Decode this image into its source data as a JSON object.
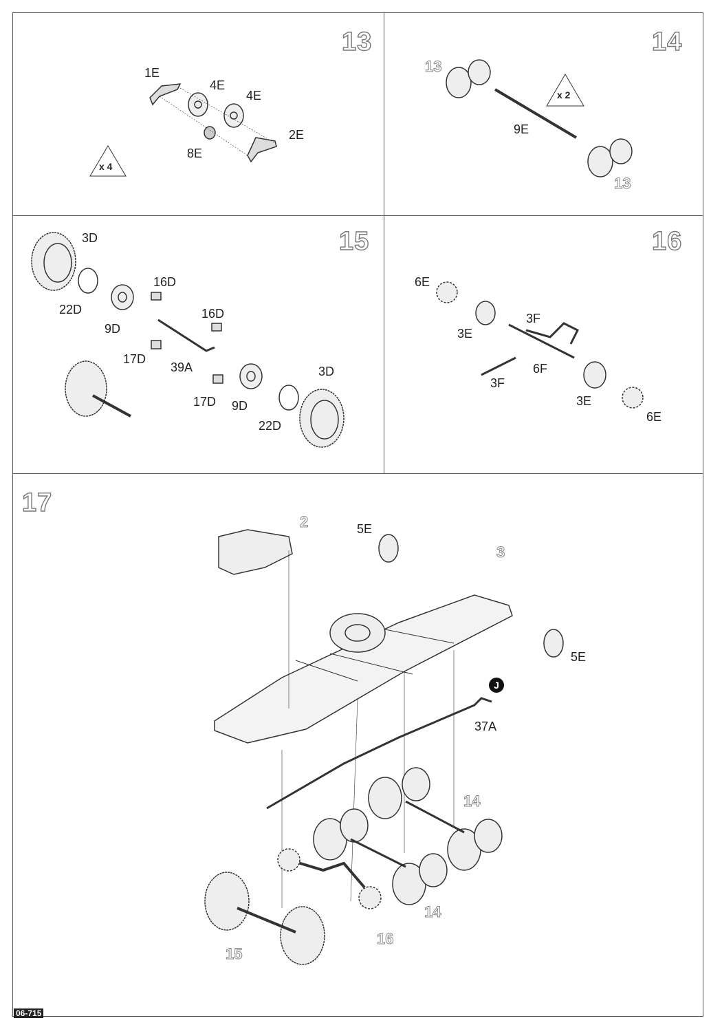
{
  "page_code": "06-715",
  "steps": {
    "s13": {
      "number": "13",
      "multiplier": "x 4",
      "parts": [
        "1E",
        "4E",
        "4E",
        "2E",
        "8E"
      ]
    },
    "s14": {
      "number": "14",
      "multiplier": "x 2",
      "parts": [
        "9E"
      ],
      "refs": [
        "13",
        "13"
      ]
    },
    "s15": {
      "number": "15",
      "parts": [
        "3D",
        "22D",
        "9D",
        "16D",
        "16D",
        "17D",
        "39A",
        "17D",
        "9D",
        "22D",
        "3D"
      ]
    },
    "s16": {
      "number": "16",
      "parts": [
        "6E",
        "3E",
        "3F",
        "6F",
        "3F",
        "3E",
        "6E"
      ]
    },
    "s17": {
      "number": "17",
      "parts": [
        "5E",
        "5E",
        "37A"
      ],
      "refs": [
        "2",
        "3",
        "14",
        "14",
        "16",
        "15"
      ],
      "marker": "J"
    }
  }
}
